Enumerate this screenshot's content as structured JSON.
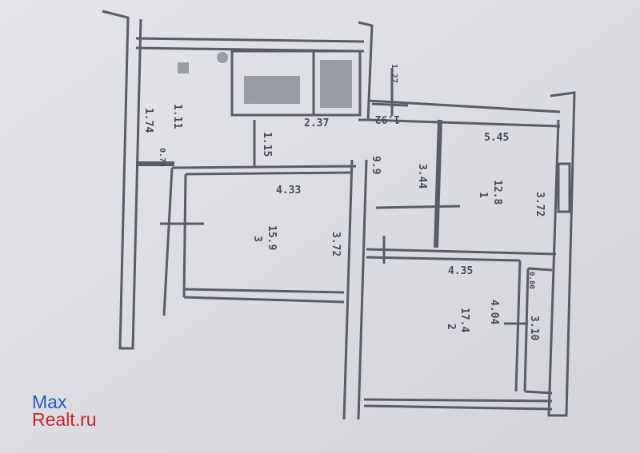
{
  "plan": {
    "rooms": [
      {
        "number": "1",
        "area": "12.8"
      },
      {
        "number": "2",
        "area": "17.4"
      },
      {
        "number": "3",
        "area": "15.9"
      }
    ],
    "dimensions": {
      "d_433": "4.33",
      "d_372_left": "3.72",
      "d_192": "1.92",
      "d_545": "5.45",
      "d_344": "3.44",
      "d_99": "9.9",
      "d_372_right": "3.72",
      "d_435": "4.35",
      "d_404": "4.04",
      "d_310": "3.10",
      "d_080": "0.80",
      "d_115": "1.15",
      "d_237": "2.37",
      "d_111": "1.11",
      "d_174": "1.74",
      "d_075": "0.75",
      "d_127": "1.27"
    }
  },
  "watermark": {
    "line1": "Max",
    "line2": "Realt.ru"
  }
}
